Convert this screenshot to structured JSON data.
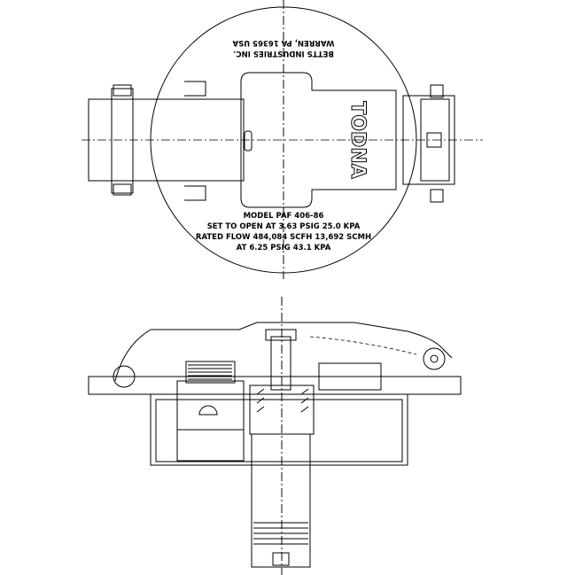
{
  "plate": {
    "maker_line1": "BETTS INDUSTRIES INC.",
    "maker_line2": "WARREN, PA 16365 USA",
    "model": "MODEL PAF 406-86",
    "set_to_open": "SET TO OPEN AT 3.63 PSIG 25.0 KPA",
    "rated_flow": "RATED FLOW 484,084 SCFH 13,692 SCMH",
    "rated_at": "AT 6.25 PSIG 43.1 KPA"
  },
  "label_logo": "TODNA"
}
